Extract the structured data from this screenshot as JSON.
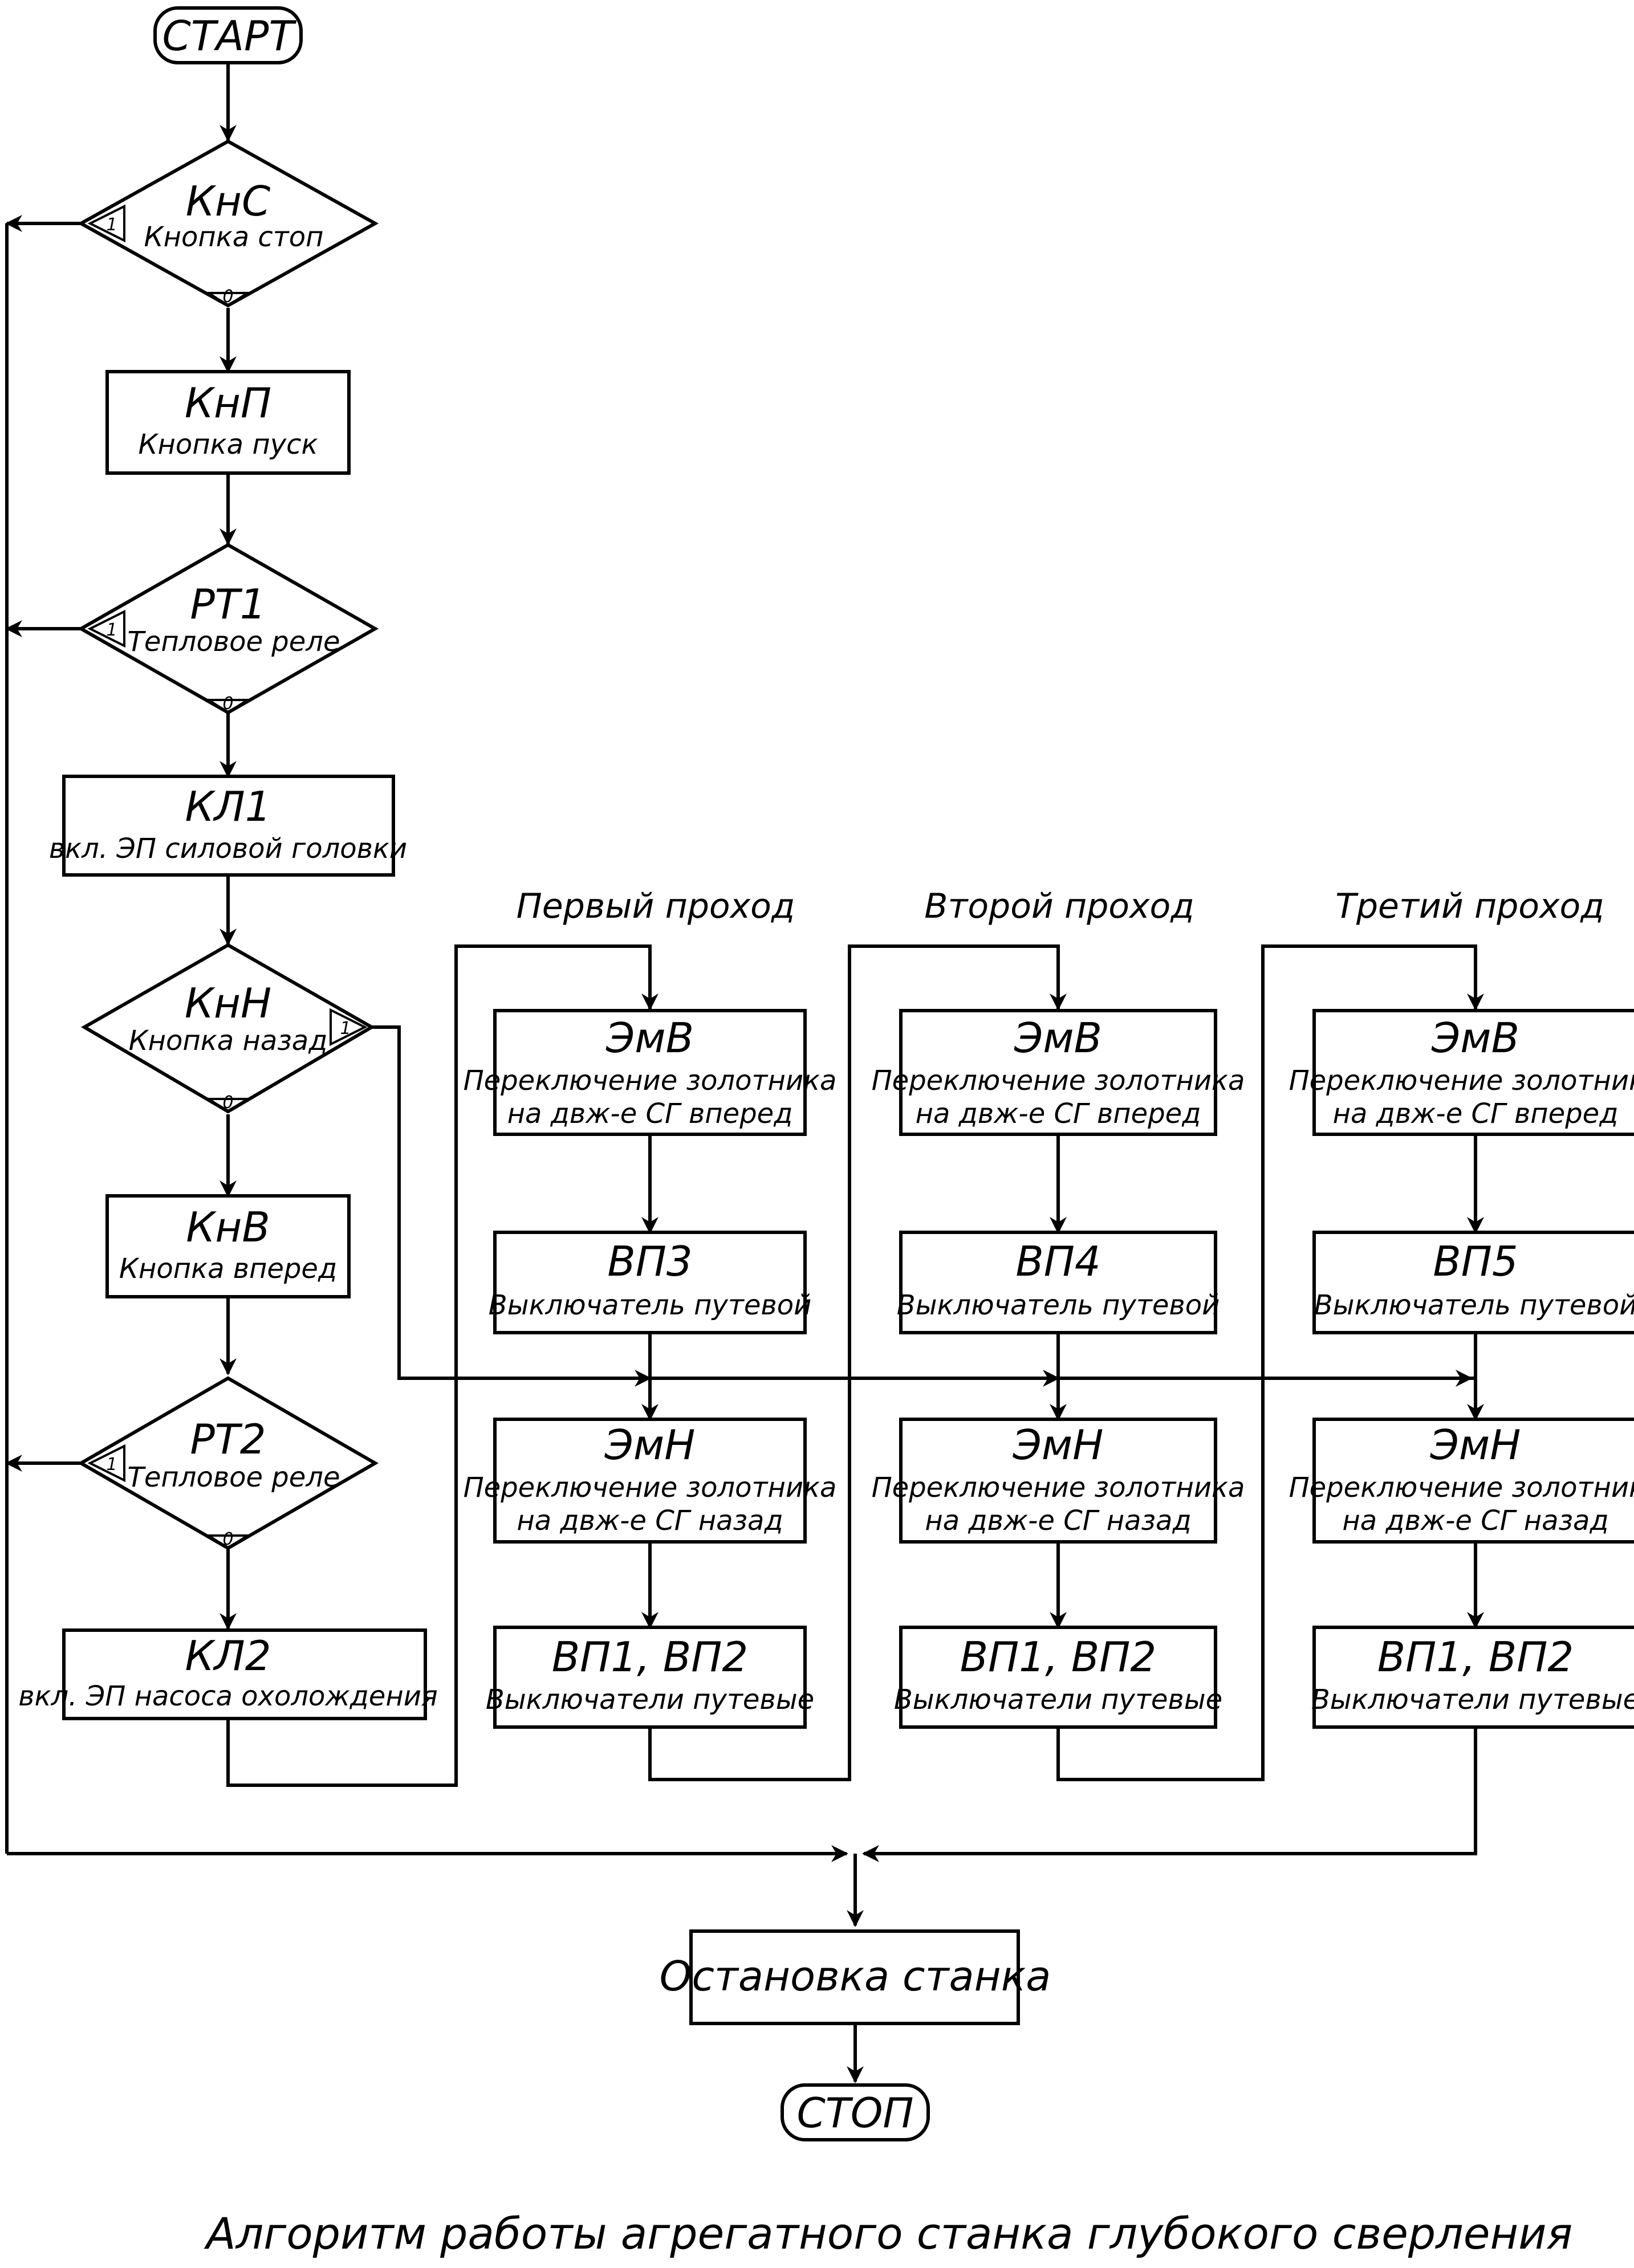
{
  "diagram": {
    "start_label": "СТАРТ",
    "stop_label": "СТОП",
    "caption": "Алгоритм работы агрегатного станка глубокого сверления",
    "branch_one": "1",
    "branch_zero": "0",
    "left_column": [
      {
        "kind": "decision",
        "title": "КнС",
        "subtitle": "Кнопка стоп"
      },
      {
        "kind": "process",
        "title": "КнП",
        "subtitle": "Кнопка пуск"
      },
      {
        "kind": "decision",
        "title": "РТ1",
        "subtitle": "Тепловое реле"
      },
      {
        "kind": "process",
        "title": "КЛ1",
        "subtitle": "вкл. ЭП силовой головки"
      },
      {
        "kind": "decision",
        "title": "КнН",
        "subtitle": "Кнопка назад"
      },
      {
        "kind": "process",
        "title": "КнВ",
        "subtitle": "Кнопка вперед"
      },
      {
        "kind": "decision",
        "title": "РТ2",
        "subtitle": "Тепловое реле"
      },
      {
        "kind": "process",
        "title": "КЛ2",
        "subtitle": "вкл. ЭП насоса охолождения"
      }
    ],
    "passes": [
      {
        "heading": "Первый проход",
        "blocks": [
          {
            "title": "ЭмВ",
            "lines": [
              "Переключение золотника",
              "на двж-е СГ вперед"
            ]
          },
          {
            "title": "ВП3",
            "lines": [
              "Выключатель путевой"
            ]
          },
          {
            "title": "ЭмН",
            "lines": [
              "Переключение золотника",
              "на двж-е СГ назад"
            ]
          },
          {
            "title": "ВП1, ВП2",
            "lines": [
              "Выключатели путевые"
            ]
          }
        ]
      },
      {
        "heading": "Второй проход",
        "blocks": [
          {
            "title": "ЭмВ",
            "lines": [
              "Переключение золотника",
              "на двж-е СГ вперед"
            ]
          },
          {
            "title": "ВП4",
            "lines": [
              "Выключатель путевой"
            ]
          },
          {
            "title": "ЭмН",
            "lines": [
              "Переключение золотника",
              "на двж-е СГ назад"
            ]
          },
          {
            "title": "ВП1, ВП2",
            "lines": [
              "Выключатели путевые"
            ]
          }
        ]
      },
      {
        "heading": "Третий проход",
        "blocks": [
          {
            "title": "ЭмВ",
            "lines": [
              "Переключение золотника",
              "на двж-е СГ вперед"
            ]
          },
          {
            "title": "ВП5",
            "lines": [
              "Выключатель путевой"
            ]
          },
          {
            "title": "ЭмН",
            "lines": [
              "Переключение золотника",
              "на двж-е СГ назад"
            ]
          },
          {
            "title": "ВП1, ВП2",
            "lines": [
              "Выключатели путевые"
            ]
          }
        ]
      }
    ],
    "final_block": "Остановка станка"
  }
}
